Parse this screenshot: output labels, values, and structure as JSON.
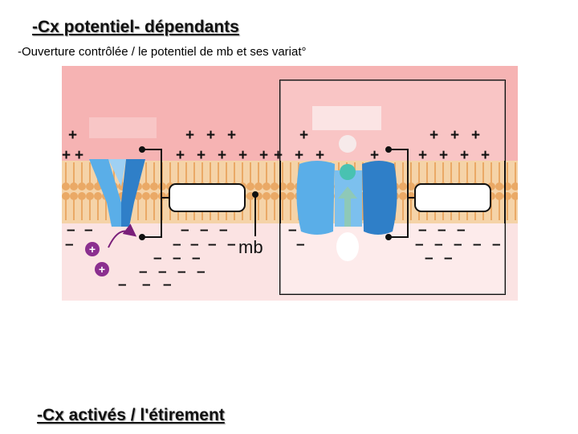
{
  "title_top": "-Cx potentiel- dépendants",
  "subtitle": "-Ouverture  contrôlée / le potentiel de mb et ses variat°",
  "title_bottom": "-Cx activés / l'étirement",
  "diagram": {
    "membrane_label": "mb",
    "charges": {
      "positive": "+",
      "negative": "–"
    },
    "colors": {
      "extracellular": "#f6b3b3",
      "intracellular": "#fbe3e3",
      "membrane": "#f2c68a",
      "channel": "#5aaee8",
      "channel_dark": "#2f7fc8",
      "ion": "#8b2f8f",
      "arrow": "#8ec9b8"
    },
    "icons": [
      "ion-plus-icon",
      "curved-arrow-icon",
      "up-arrow-icon"
    ]
  }
}
